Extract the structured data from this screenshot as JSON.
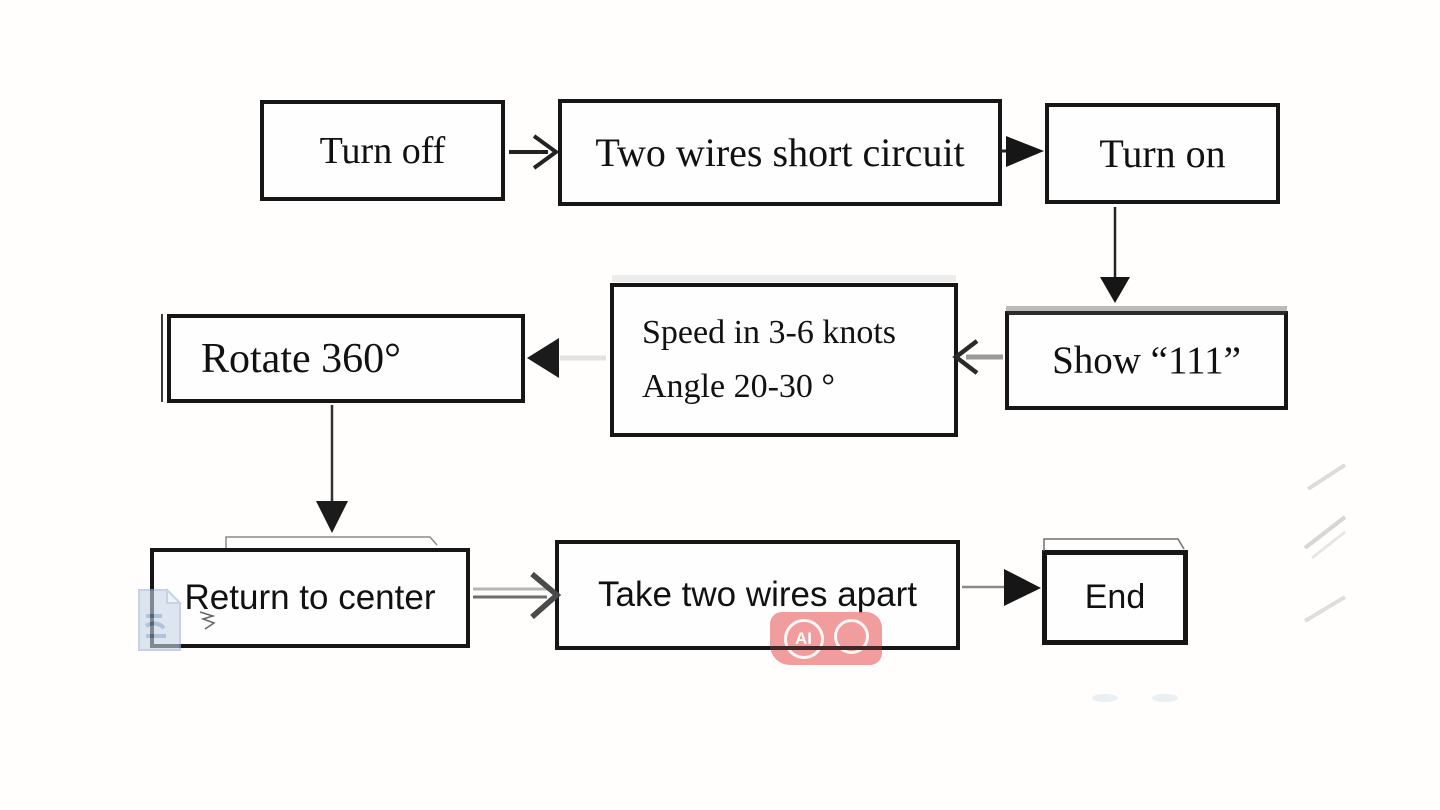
{
  "diagram": {
    "type": "flowchart",
    "colors": {
      "box_border": "#161616",
      "text": "#111111",
      "background": "#fffefc"
    },
    "nodes": {
      "turn_off": {
        "label": "Turn off"
      },
      "two_wires": {
        "label": "Two wires short circuit"
      },
      "turn_on": {
        "label": "Turn on"
      },
      "show_111": {
        "label": "Show “111”"
      },
      "speed": {
        "line1": "Speed in 3-6 knots",
        "line2": "Angle 20-30 °"
      },
      "rotate_360": {
        "label": "Rotate 360°"
      },
      "return_to_center": {
        "label": "Return to center"
      },
      "take_two_wires_apart": {
        "label": "Take two wires apart"
      },
      "end": {
        "label": "End"
      }
    },
    "edges": [
      {
        "from": "turn_off",
        "to": "two_wires"
      },
      {
        "from": "two_wires",
        "to": "turn_on"
      },
      {
        "from": "turn_on",
        "to": "show_111"
      },
      {
        "from": "show_111",
        "to": "speed"
      },
      {
        "from": "speed",
        "to": "rotate_360"
      },
      {
        "from": "rotate_360",
        "to": "return_to_center"
      },
      {
        "from": "return_to_center",
        "to": "take_two_wires_apart"
      },
      {
        "from": "take_two_wires_apart",
        "to": "end"
      }
    ]
  },
  "watermarks": {
    "ai_badge": {
      "label": "AI",
      "color": "#ef8f8f"
    },
    "doc_icon": {
      "color": "#c6d6e8"
    }
  }
}
